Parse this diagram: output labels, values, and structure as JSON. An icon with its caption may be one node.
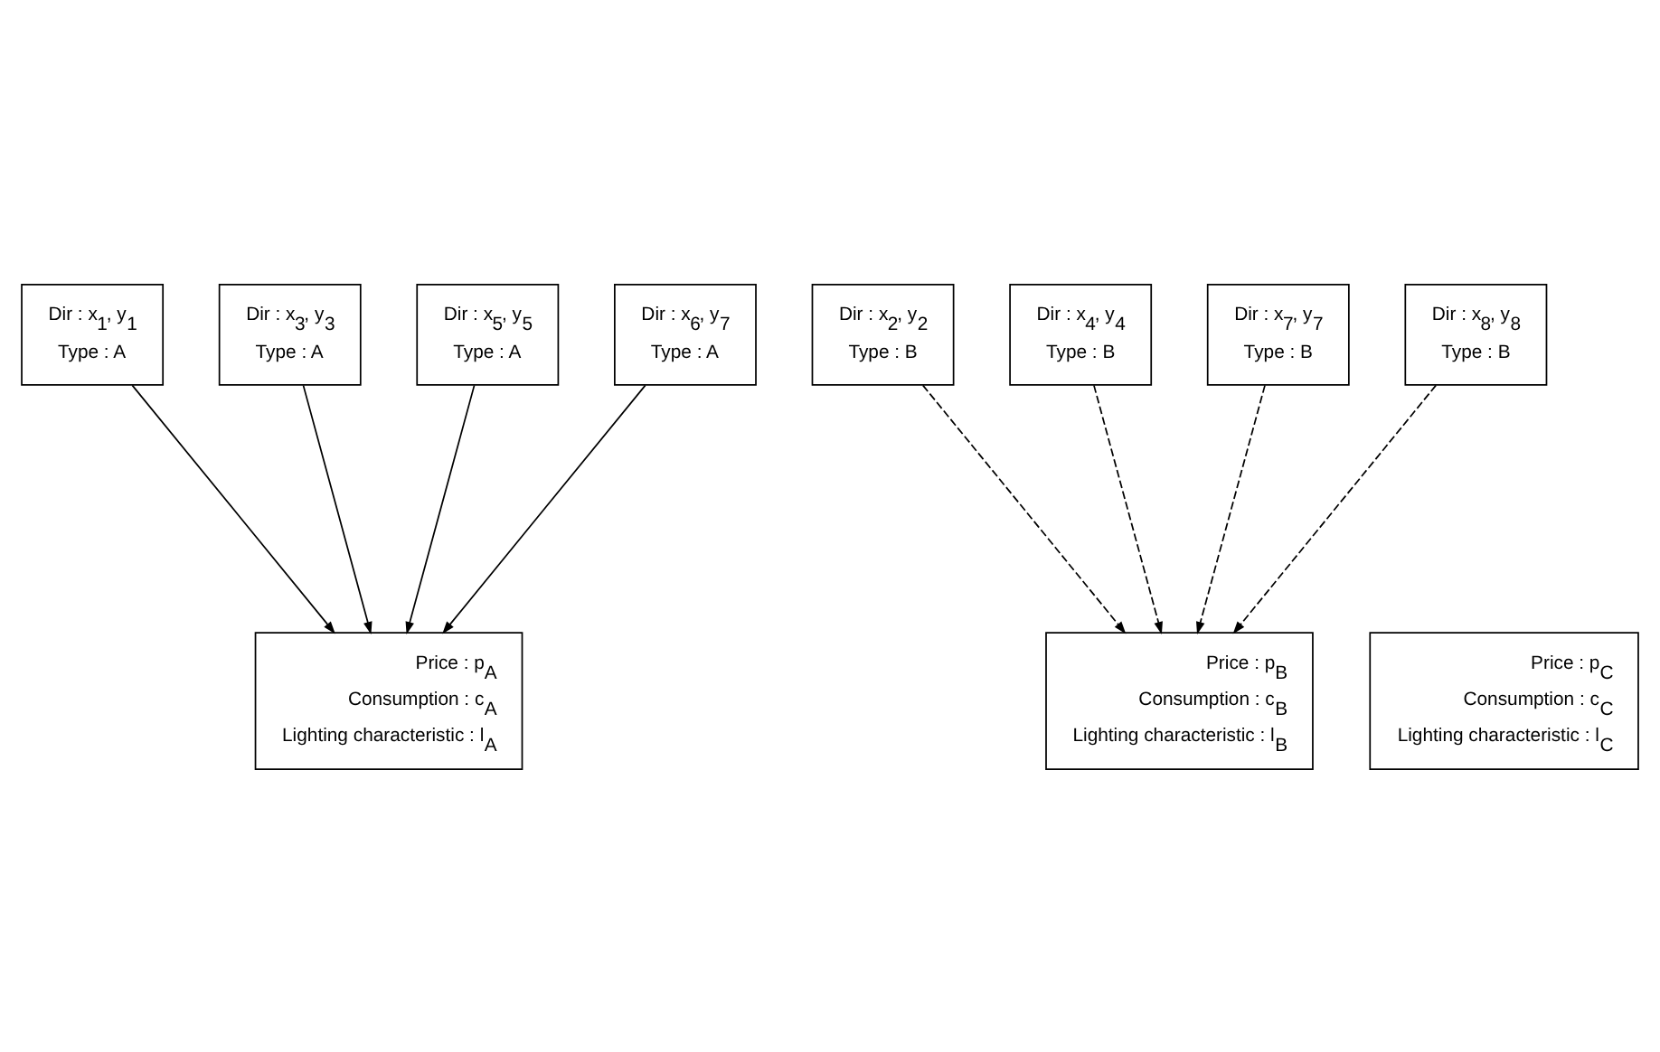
{
  "diagram": {
    "nodes": [
      {
        "text": [
          "Dir : x$_{1}$, y$_{1}$",
          "Type : A"
        ]
      },
      {
        "text": [
          "Dir : x$_{2}$, y$_{2}$",
          "Type : B"
        ]
      },
      {
        "text": [
          "Dir : x$_{3}$, y$_{3}$",
          "Type : A"
        ]
      },
      {
        "text": [
          "Dir : x$_{4}$, y$_{4}$",
          "Type : B"
        ]
      },
      {
        "text": [
          "Dir : x$_{5}$, y$_{5}$",
          "Type : A"
        ]
      },
      {
        "text": [
          "Dir : x$_{6}$, y$_{7}$",
          "Type : A"
        ]
      },
      {
        "text": [
          "Dir : x$_{7}$, y$_{7}$",
          "Type : B"
        ]
      },
      {
        "text": [
          "Dir : x$_{8}$, y$_{8}$",
          "Type : B"
        ]
      },
      {
        "text": [
          "Price : p$_{A}$",
          "Consumption : c$_{A}$",
          "Lighting characteristic : l$_{A}$"
        ]
      },
      {
        "text": [
          "Price : p$_{B}$",
          "Consumption : c$_{B}$",
          "Lighting characteristic : l$_{B}$"
        ]
      },
      {
        "text": [
          "Price : p$_{C}$",
          "Consumption : c$_{C}$",
          "Lighting characteristic : l$_{C}$"
        ]
      }
    ],
    "edges": [
      {
        "from": 0,
        "to": 8,
        "arrow": "to"
      },
      {
        "from": 1,
        "to": 9,
        "arrow": "to",
        "style": "dashed"
      },
      {
        "from": 2,
        "to": 8,
        "arrow": "to"
      },
      {
        "from": 3,
        "to": 9,
        "arrow": "to",
        "style": "dashed"
      },
      {
        "from": 4,
        "to": 8,
        "arrow": "to"
      },
      {
        "from": 5,
        "to": 8,
        "arrow": "to"
      },
      {
        "from": 6,
        "to": 9,
        "arrow": "to",
        "style": "dashed"
      },
      {
        "from": 7,
        "to": 9,
        "arrow": "to",
        "style": "dashed"
      }
    ]
  }
}
